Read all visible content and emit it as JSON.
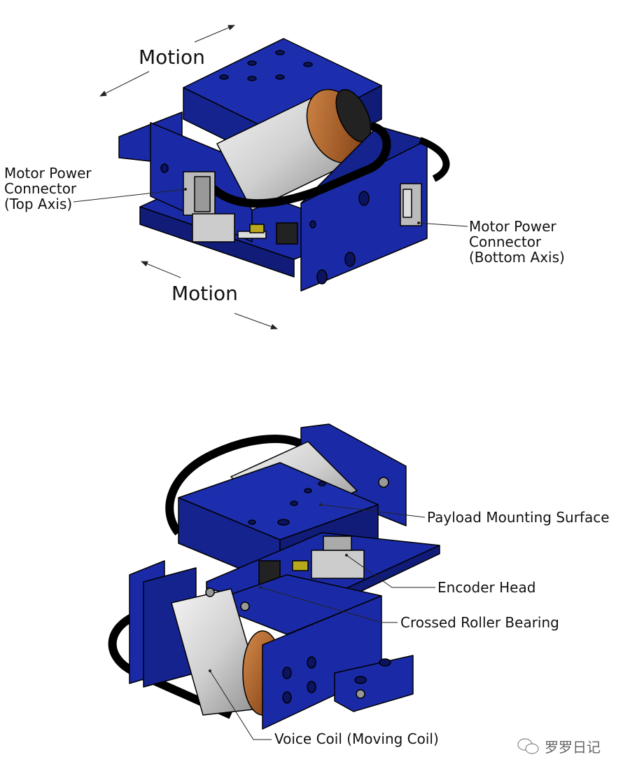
{
  "top_view": {
    "motion_top": "Motion",
    "motion_bottom": "Motion",
    "connector_top": [
      "Motor Power",
      "Connector",
      "(Top Axis)"
    ],
    "connector_bottom": [
      "Motor Power",
      "Connector",
      "(Bottom Axis)"
    ]
  },
  "bottom_view": {
    "payload": "Payload Mounting Surface",
    "encoder": "Encoder Head",
    "bearing": "Crossed Roller Bearing",
    "voice_coil": "Voice Coil (Moving Coil)"
  },
  "watermark": {
    "text": "罗罗日记",
    "icon": "wechat-icon"
  },
  "colors": {
    "blue": "#1a2aa6",
    "blue_dark": "#101c78",
    "steel": "#c8c8c8",
    "copper": "#b5622a"
  }
}
